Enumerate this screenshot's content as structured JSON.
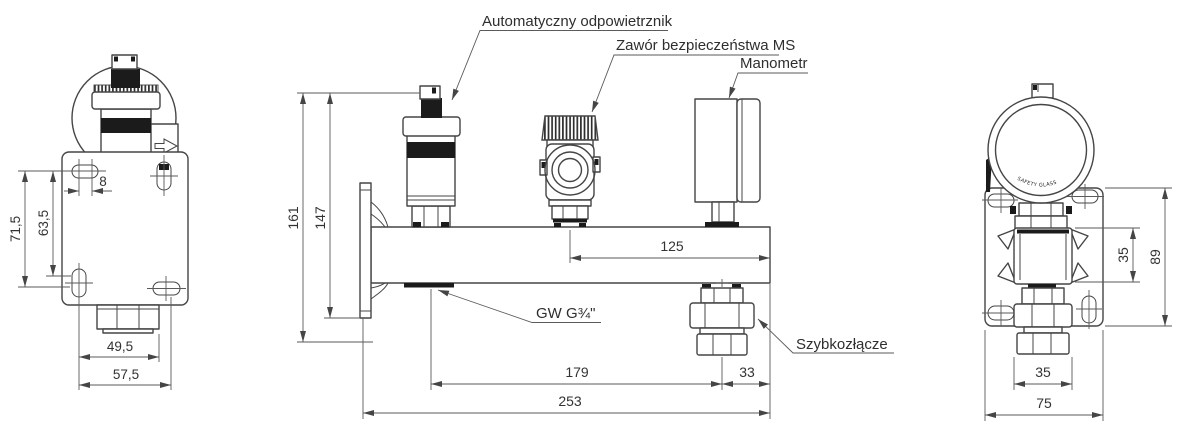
{
  "drawing": {
    "background": "#ffffff",
    "line_color": "#454545",
    "labels": {
      "air_vent": "Automatyczny odpowietrznik",
      "safety_valve": "Zawór bezpieczeństwa MS",
      "manometer": "Manometr",
      "quick_coupler": "Szybkozłącze",
      "thread": "GW G¾\"",
      "gauge_face": "SAFETY GLASS"
    },
    "left_view": {
      "slot_spacing": "8",
      "height_outer": "71,5",
      "height_inner": "63,5",
      "width_inner": "49,5",
      "width_outer": "57,5"
    },
    "front_view": {
      "height_outer": "161",
      "height_inner": "147",
      "valve_to_end": "125",
      "vent_to_coupler": "179",
      "coupler_to_end": "33",
      "length_total": "253"
    },
    "right_view": {
      "coupler_width": "35",
      "plate_width": "75",
      "body_height": "35",
      "plate_height": "89"
    }
  }
}
